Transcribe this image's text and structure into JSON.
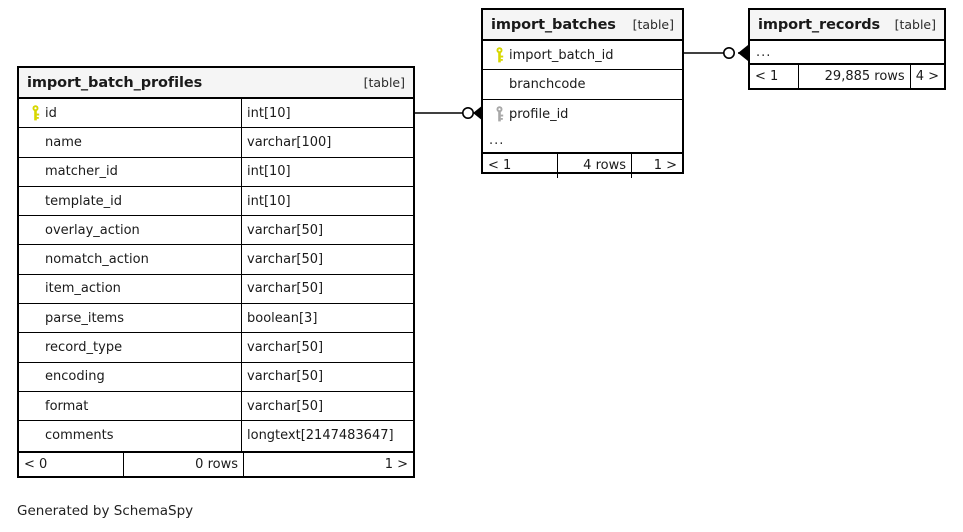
{
  "diagram": {
    "generator_note": "Generated by SchemaSpy",
    "table_tag": "[table]",
    "ellipsis": "..."
  },
  "tables": {
    "import_batch_profiles": {
      "name": "import_batch_profiles",
      "tag": "[table]",
      "columns": [
        {
          "key": "primary",
          "name": "id",
          "type": "int[10]"
        },
        {
          "key": "none",
          "name": "name",
          "type": "varchar[100]"
        },
        {
          "key": "none",
          "name": "matcher_id",
          "type": "int[10]"
        },
        {
          "key": "none",
          "name": "template_id",
          "type": "int[10]"
        },
        {
          "key": "none",
          "name": "overlay_action",
          "type": "varchar[50]"
        },
        {
          "key": "none",
          "name": "nomatch_action",
          "type": "varchar[50]"
        },
        {
          "key": "none",
          "name": "item_action",
          "type": "varchar[50]"
        },
        {
          "key": "none",
          "name": "parse_items",
          "type": "boolean[3]"
        },
        {
          "key": "none",
          "name": "record_type",
          "type": "varchar[50]"
        },
        {
          "key": "none",
          "name": "encoding",
          "type": "varchar[50]"
        },
        {
          "key": "none",
          "name": "format",
          "type": "varchar[50]"
        },
        {
          "key": "none",
          "name": "comments",
          "type": "longtext[2147483647]"
        }
      ],
      "footer": {
        "prev": "< 0",
        "rows": "0 rows",
        "next": "1 >"
      }
    },
    "import_batches": {
      "name": "import_batches",
      "tag": "[table]",
      "columns": [
        {
          "key": "primary",
          "name": "import_batch_id"
        },
        {
          "key": "none",
          "name": "branchcode"
        },
        {
          "key": "foreign",
          "name": "profile_id"
        }
      ],
      "more": "...",
      "footer": {
        "prev": "< 1",
        "rows": "4 rows",
        "next": "1 >"
      }
    },
    "import_records": {
      "name": "import_records",
      "tag": "[table]",
      "more": "...",
      "footer": {
        "prev": "< 1",
        "rows": "29,885 rows",
        "next": "4 >"
      }
    }
  },
  "relationships": [
    {
      "from": "import_batch_profiles.id",
      "to": "import_batches.profile_id",
      "cardinality": "zero-or-many"
    },
    {
      "from": "import_batches.import_batch_id",
      "to": "import_records",
      "cardinality": "zero-or-many"
    }
  ],
  "colors": {
    "primary_key": "#d7d700",
    "foreign_key": "#a8a8a8",
    "border": "#000000",
    "header_bg": "#f5f5f5",
    "background": "#ffffff"
  }
}
